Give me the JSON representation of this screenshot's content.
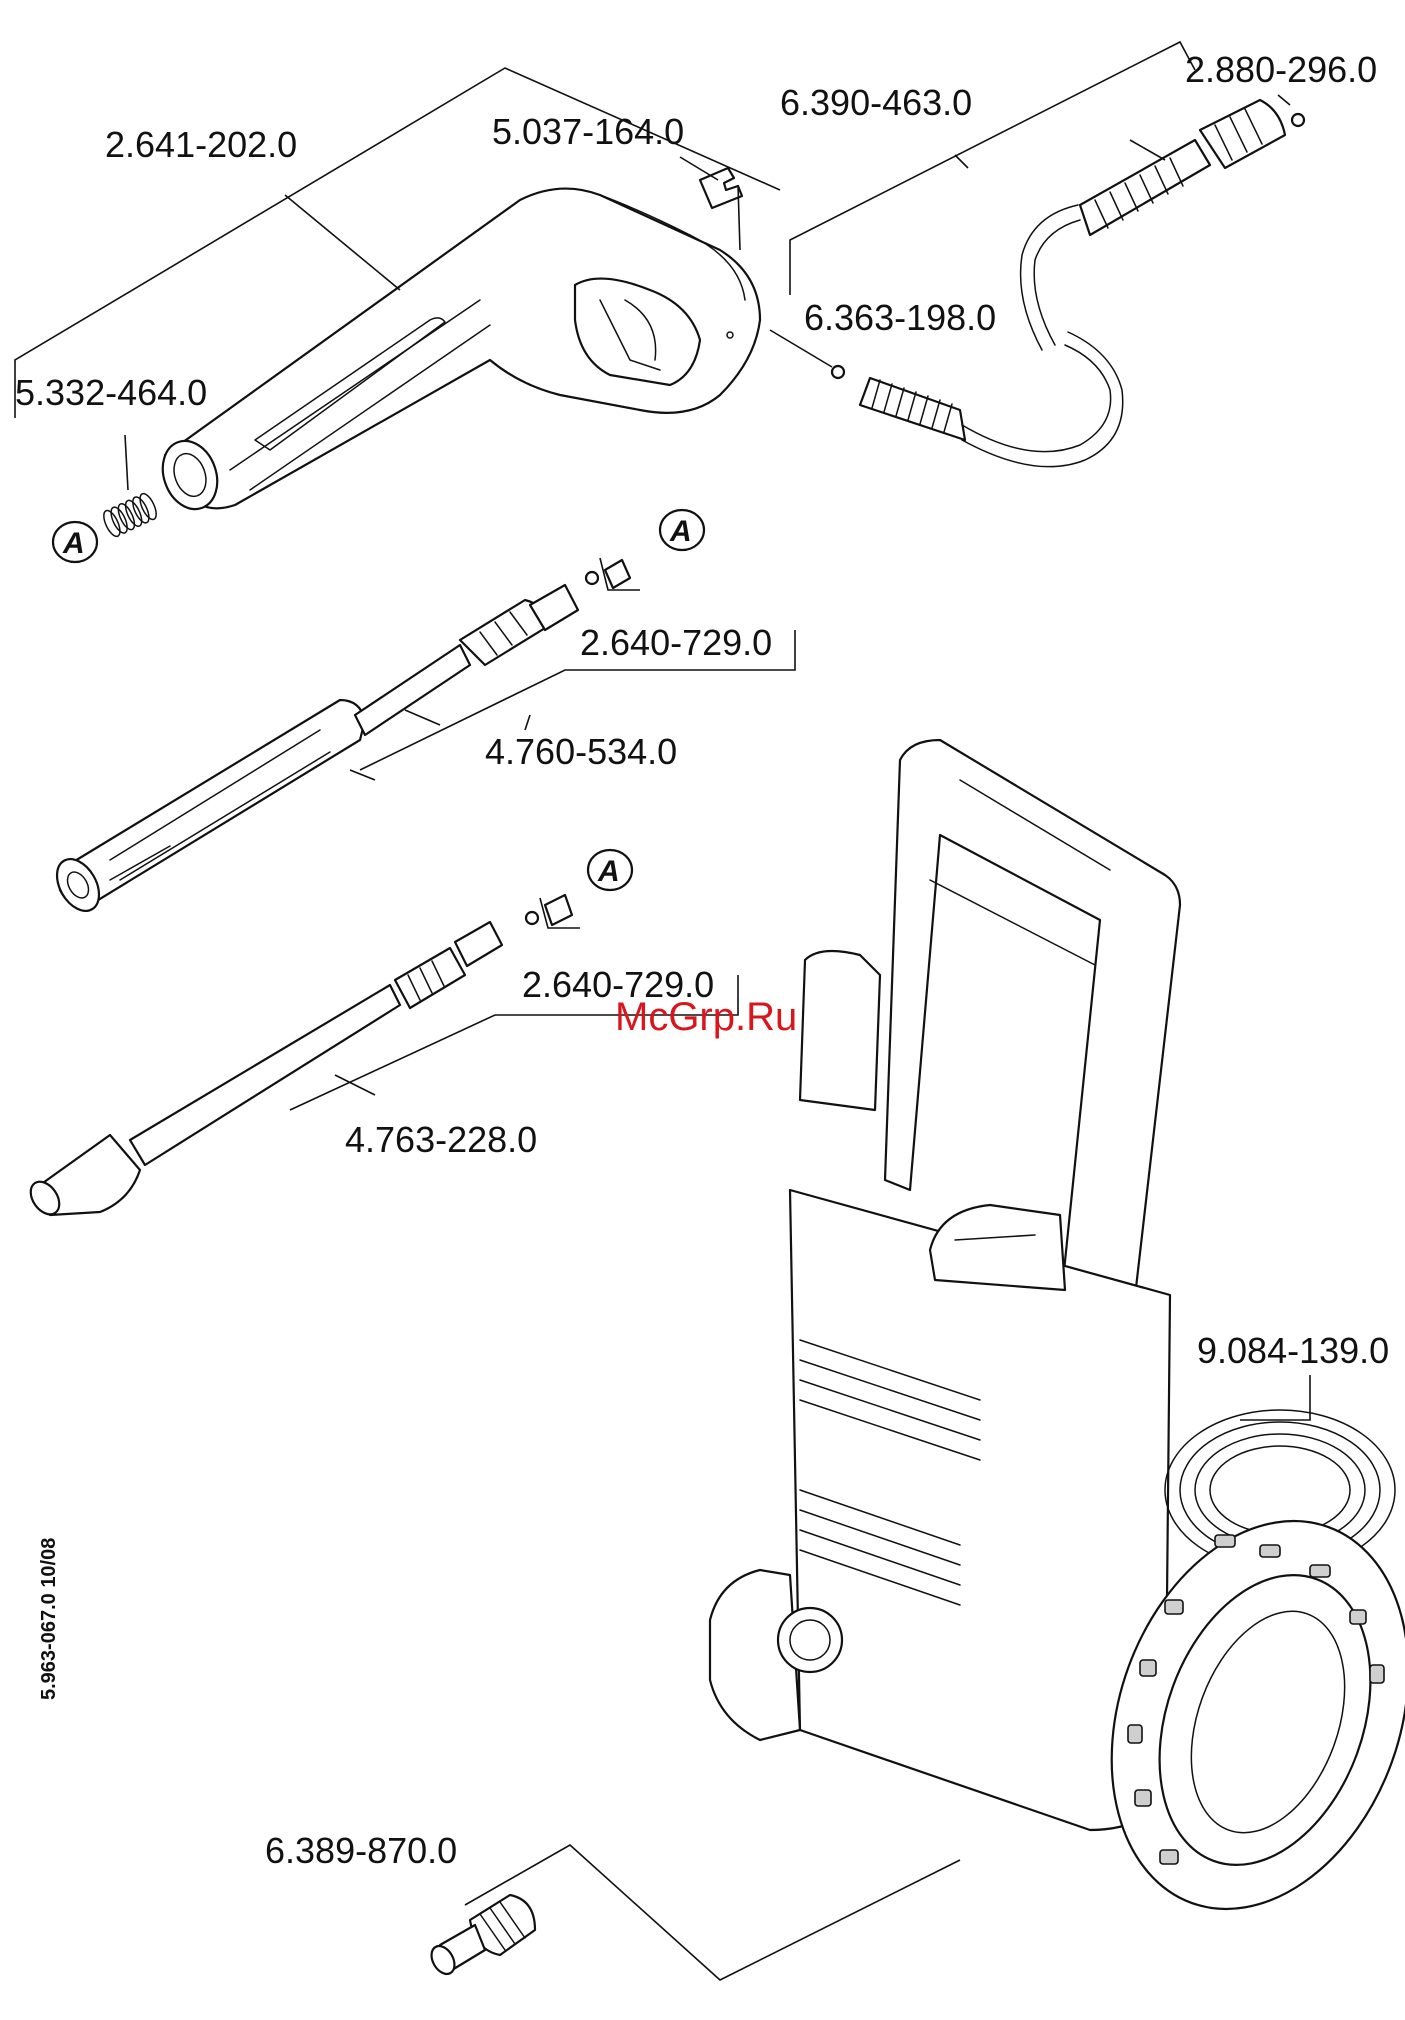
{
  "watermark": "McGrp.Ru",
  "document_number": "5.963-067.0  10/08",
  "marker_letter": "A",
  "parts": {
    "trigger_gun": "2.641-202.0",
    "clip": "5.037-164.0",
    "high_pressure_hose": "6.390-463.0",
    "hose_oring": "2.880-296.0",
    "gun_oring": "6.363-198.0",
    "spring": "5.332-464.0",
    "nozzle_seal_set_1": "2.640-729.0",
    "vario_power_lance": "4.760-534.0",
    "nozzle_seal_set_2": "2.640-729.0",
    "dirt_blaster_lance": "4.763-228.0",
    "hose_assembly": "9.084-139.0",
    "water_inlet_coupling": "6.389-870.0"
  }
}
